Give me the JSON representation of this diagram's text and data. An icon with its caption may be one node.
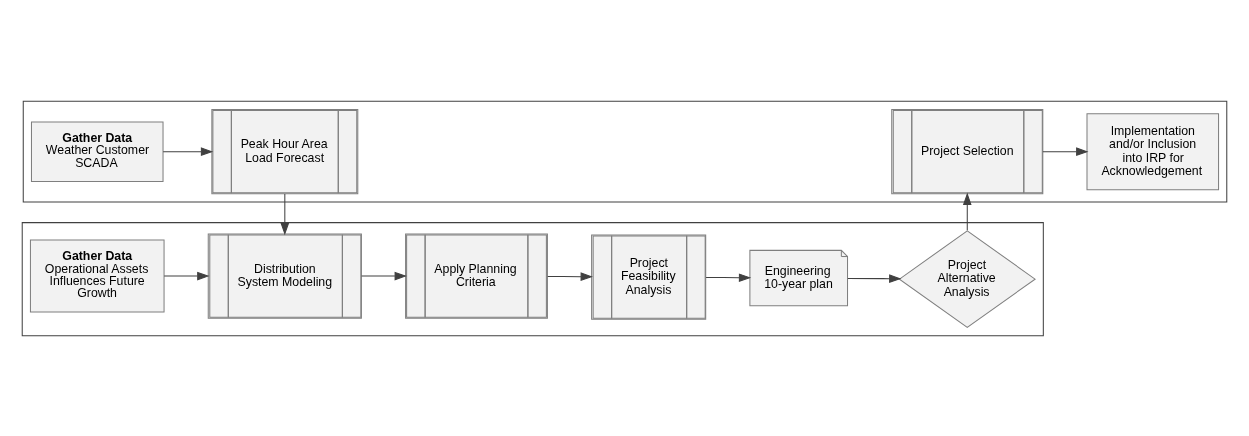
{
  "diagram": {
    "nodes": [
      {
        "text": [],
        "shape": "box"
      },
      {
        "text": [
          "Gather Data",
          "Weather Customer SCADA"
        ],
        "in": 0
      },
      {
        "text": [
          "Peak Hour Area Load Forecast"
        ],
        "in": 0
      },
      {
        "text": [
          "Project Selection"
        ],
        "in": 0
      },
      {
        "text": [
          "Implementation and/or Inclusion into IRP for Acknowledgement"
        ],
        "in": 0
      },
      {
        "text": [],
        "shape": "box"
      },
      {
        "text": [
          "Gather Data",
          "Operational Assets Influences Future Growth"
        ],
        "in": 5
      },
      {
        "text": [
          "Distribution System Modeling"
        ],
        "in": 5
      },
      {
        "text": [
          "Apply Planning Criteria"
        ],
        "in": 5
      },
      {
        "text": [
          "Project Feasibility Analysis"
        ],
        "in": 5
      },
      {
        "text": [
          "Engineering 10-year plan"
        ],
        "in": 5
      },
      {
        "text": [
          "Project Alternative Analysis"
        ],
        "in": 5
      }
    ],
    "edges": [
      {
        "from": 1,
        "to": 2,
        "arrow": "to"
      },
      {
        "from": 2,
        "to": 7,
        "arrow": "to"
      },
      {
        "from": 3,
        "to": 4,
        "arrow": "to"
      },
      {
        "from": 6,
        "to": 7,
        "arrow": "to"
      },
      {
        "from": 7,
        "to": 8,
        "arrow": "to"
      },
      {
        "from": 8,
        "to": 9,
        "arrow": "to"
      },
      {
        "from": 9,
        "to": 10,
        "arrow": "to"
      },
      {
        "from": 10,
        "to": 11,
        "arrow": "to"
      },
      {
        "from": 11,
        "to": 3,
        "arrow": "to"
      }
    ]
  }
}
